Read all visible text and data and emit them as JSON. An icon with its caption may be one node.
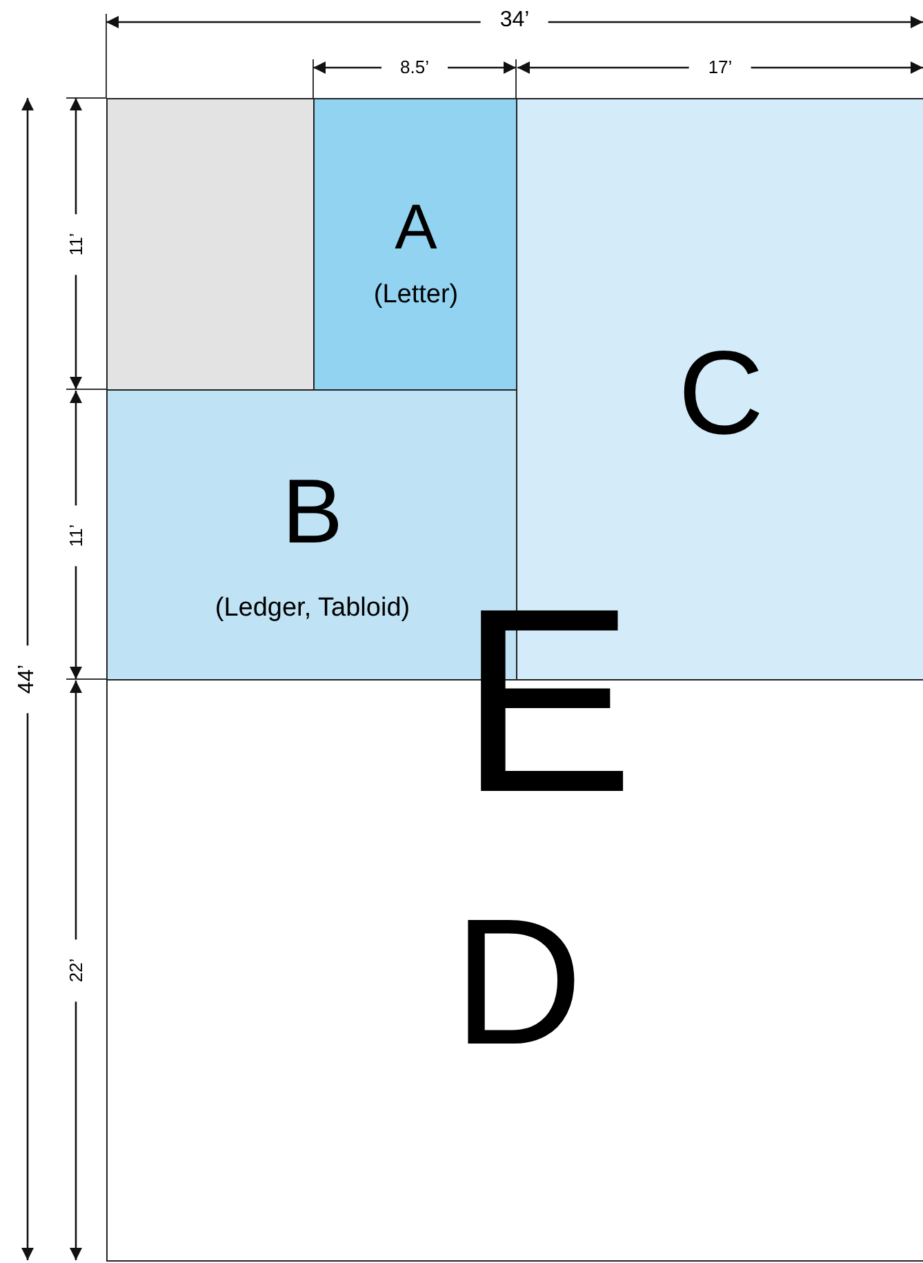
{
  "diagram": {
    "nodes": [
      {
        "text": [],
        "shape": "box"
      },
      {
        "text": [],
        "shape": "box",
        "in": 0
      },
      {
        "text": [
          "A",
          "(Letter)"
        ],
        "in": 0
      },
      {
        "text": [
          "B",
          "(Ledger, Tabloid)"
        ],
        "in": 0
      },
      {
        "text": [
          "C"
        ],
        "in": 0
      },
      {
        "text": [
          "D"
        ],
        "in": 0
      }
    ],
    "labels": [
      "34’",
      "8.5’",
      "17’",
      "44’",
      "11’",
      "11’",
      "22’",
      "E"
    ]
  }
}
